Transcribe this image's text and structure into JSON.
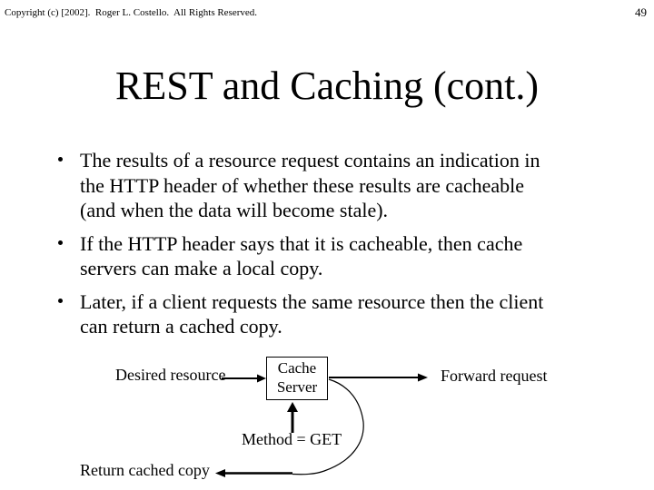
{
  "header": {
    "copyright": "Copyright (c) [2002].  Roger L. Costello.  All Rights Reserved.",
    "page_number": "49"
  },
  "title": "REST and Caching (cont.)",
  "bullets": [
    {
      "text": "The results of a resource request contains an indication in\nthe HTTP header of whether these results are cacheable\n(and when the data will become stale)."
    },
    {
      "text": "If the HTTP header says that it is cacheable, then cache\nservers can make a local copy."
    },
    {
      "text": "Later, if a client requests the same resource then the client\ncan return a cached copy."
    }
  ],
  "diagram": {
    "box_label": "Cache\nServer",
    "desired_label": "Desired resource",
    "forward_label": "Forward request",
    "method_label": "Method = GET",
    "return_label": "Return cached copy"
  },
  "colors": {
    "background": "#ffffff",
    "text": "#000000",
    "line": "#000000"
  }
}
